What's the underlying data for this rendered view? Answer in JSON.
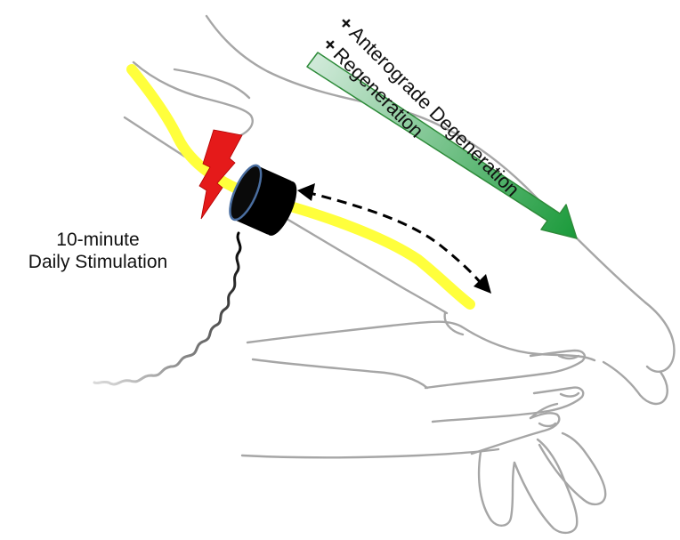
{
  "figure": {
    "stimulation_label": [
      "10-minute",
      "Daily Stimulation"
    ],
    "effects": [
      {
        "sign": "+",
        "text": "Anterograde Degeneration"
      },
      {
        "sign": "+",
        "text": "Regeneration"
      }
    ],
    "colors": {
      "outline": "#a6a6a6",
      "nerve": "#ffff3c",
      "lightning": "#e51a1a",
      "device": "#000000",
      "device_edge": "#4a6ea0",
      "arrow_light": "#cfe9d8",
      "arrow_dark": "#1a9a3a",
      "arrow_edge": "#2e8b3a",
      "dashed_arrow": "#000000"
    },
    "icons": [
      "lightning-bolt-icon",
      "stimulator-device-icon",
      "coiled-cable-icon",
      "dashed-double-arrow-icon",
      "gradient-arrow-icon"
    ]
  }
}
